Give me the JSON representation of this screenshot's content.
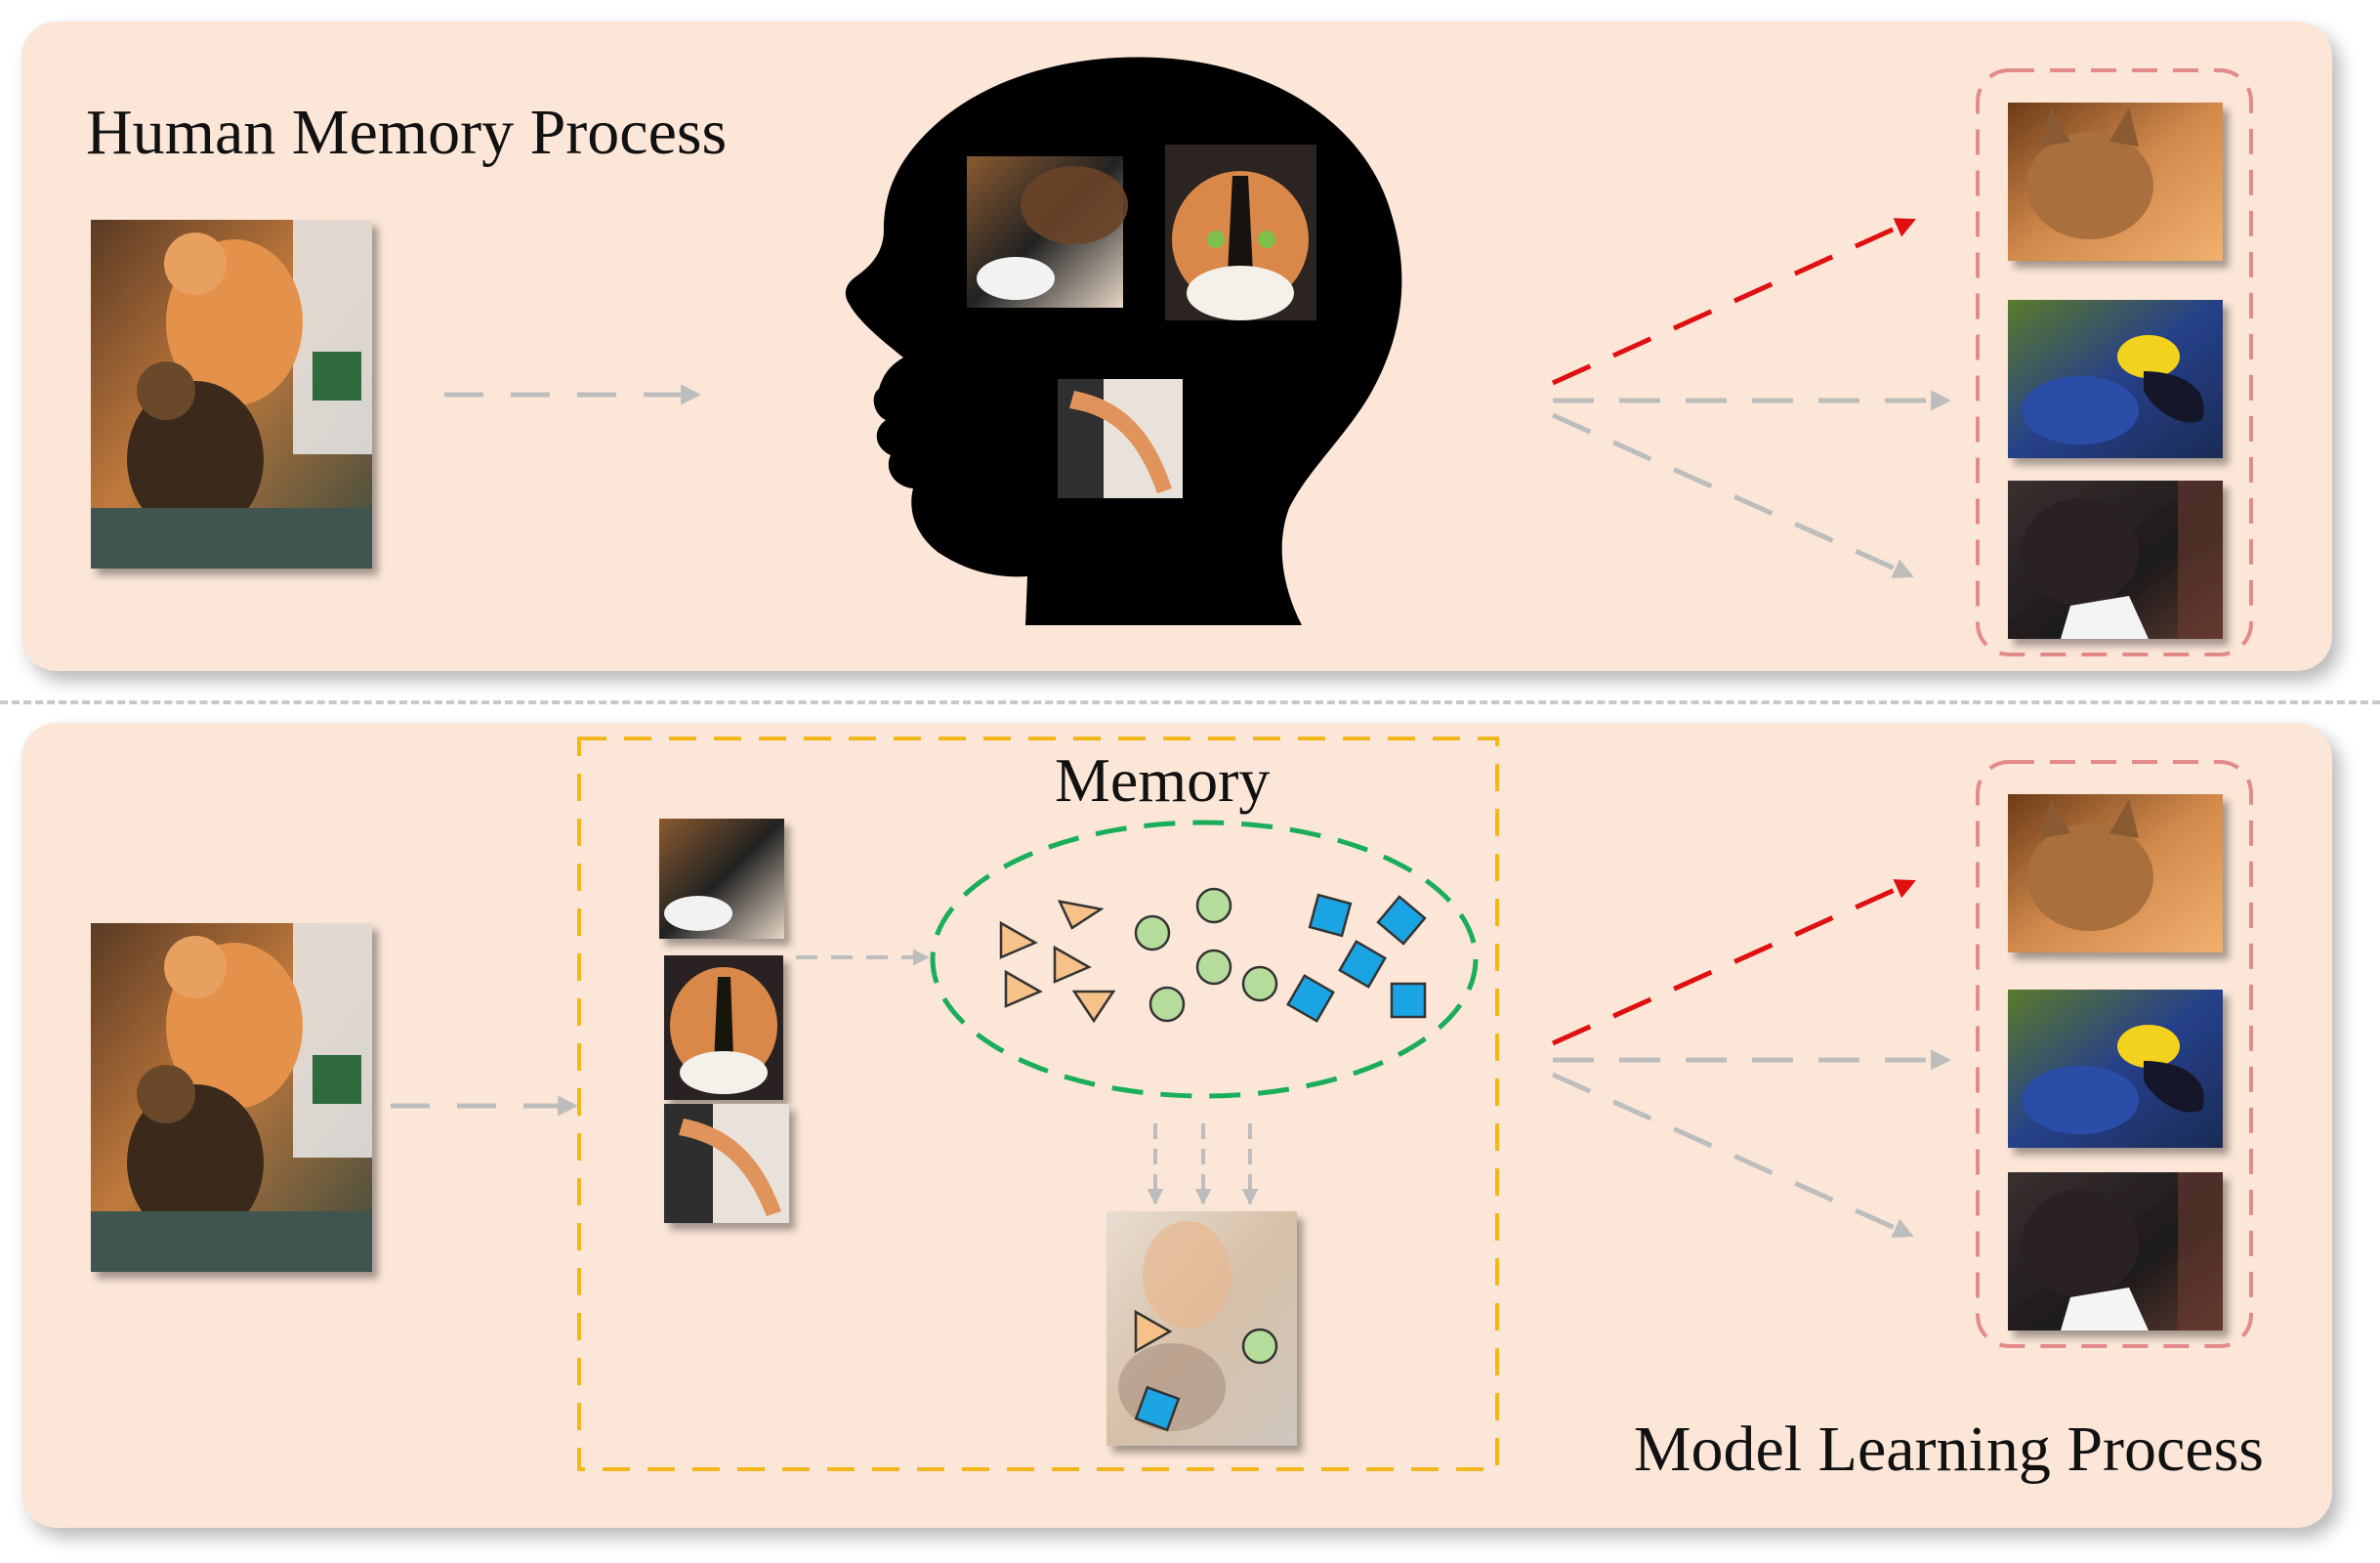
{
  "top_panel": {
    "title": "Human Memory Process"
  },
  "bottom_panel": {
    "title": "Model Learning Process",
    "memory_label": "Memory"
  },
  "colors": {
    "panel_background": "#fbe6d8",
    "memory_ellipse": "#1aae5a",
    "memory_box": "#f2b81b",
    "output_box": "#e38a8a",
    "correct_arrow": "#e01010",
    "other_arrow": "#bdbdbd",
    "triangle_fill": "#f6c28a",
    "circle_fill": "#b6dc9c",
    "square_fill": "#1ba4e3"
  },
  "icons": [
    "human-head-silhouette-icon",
    "cat-photo-icon",
    "parrot-photo-icon",
    "dog-photo-icon"
  ]
}
